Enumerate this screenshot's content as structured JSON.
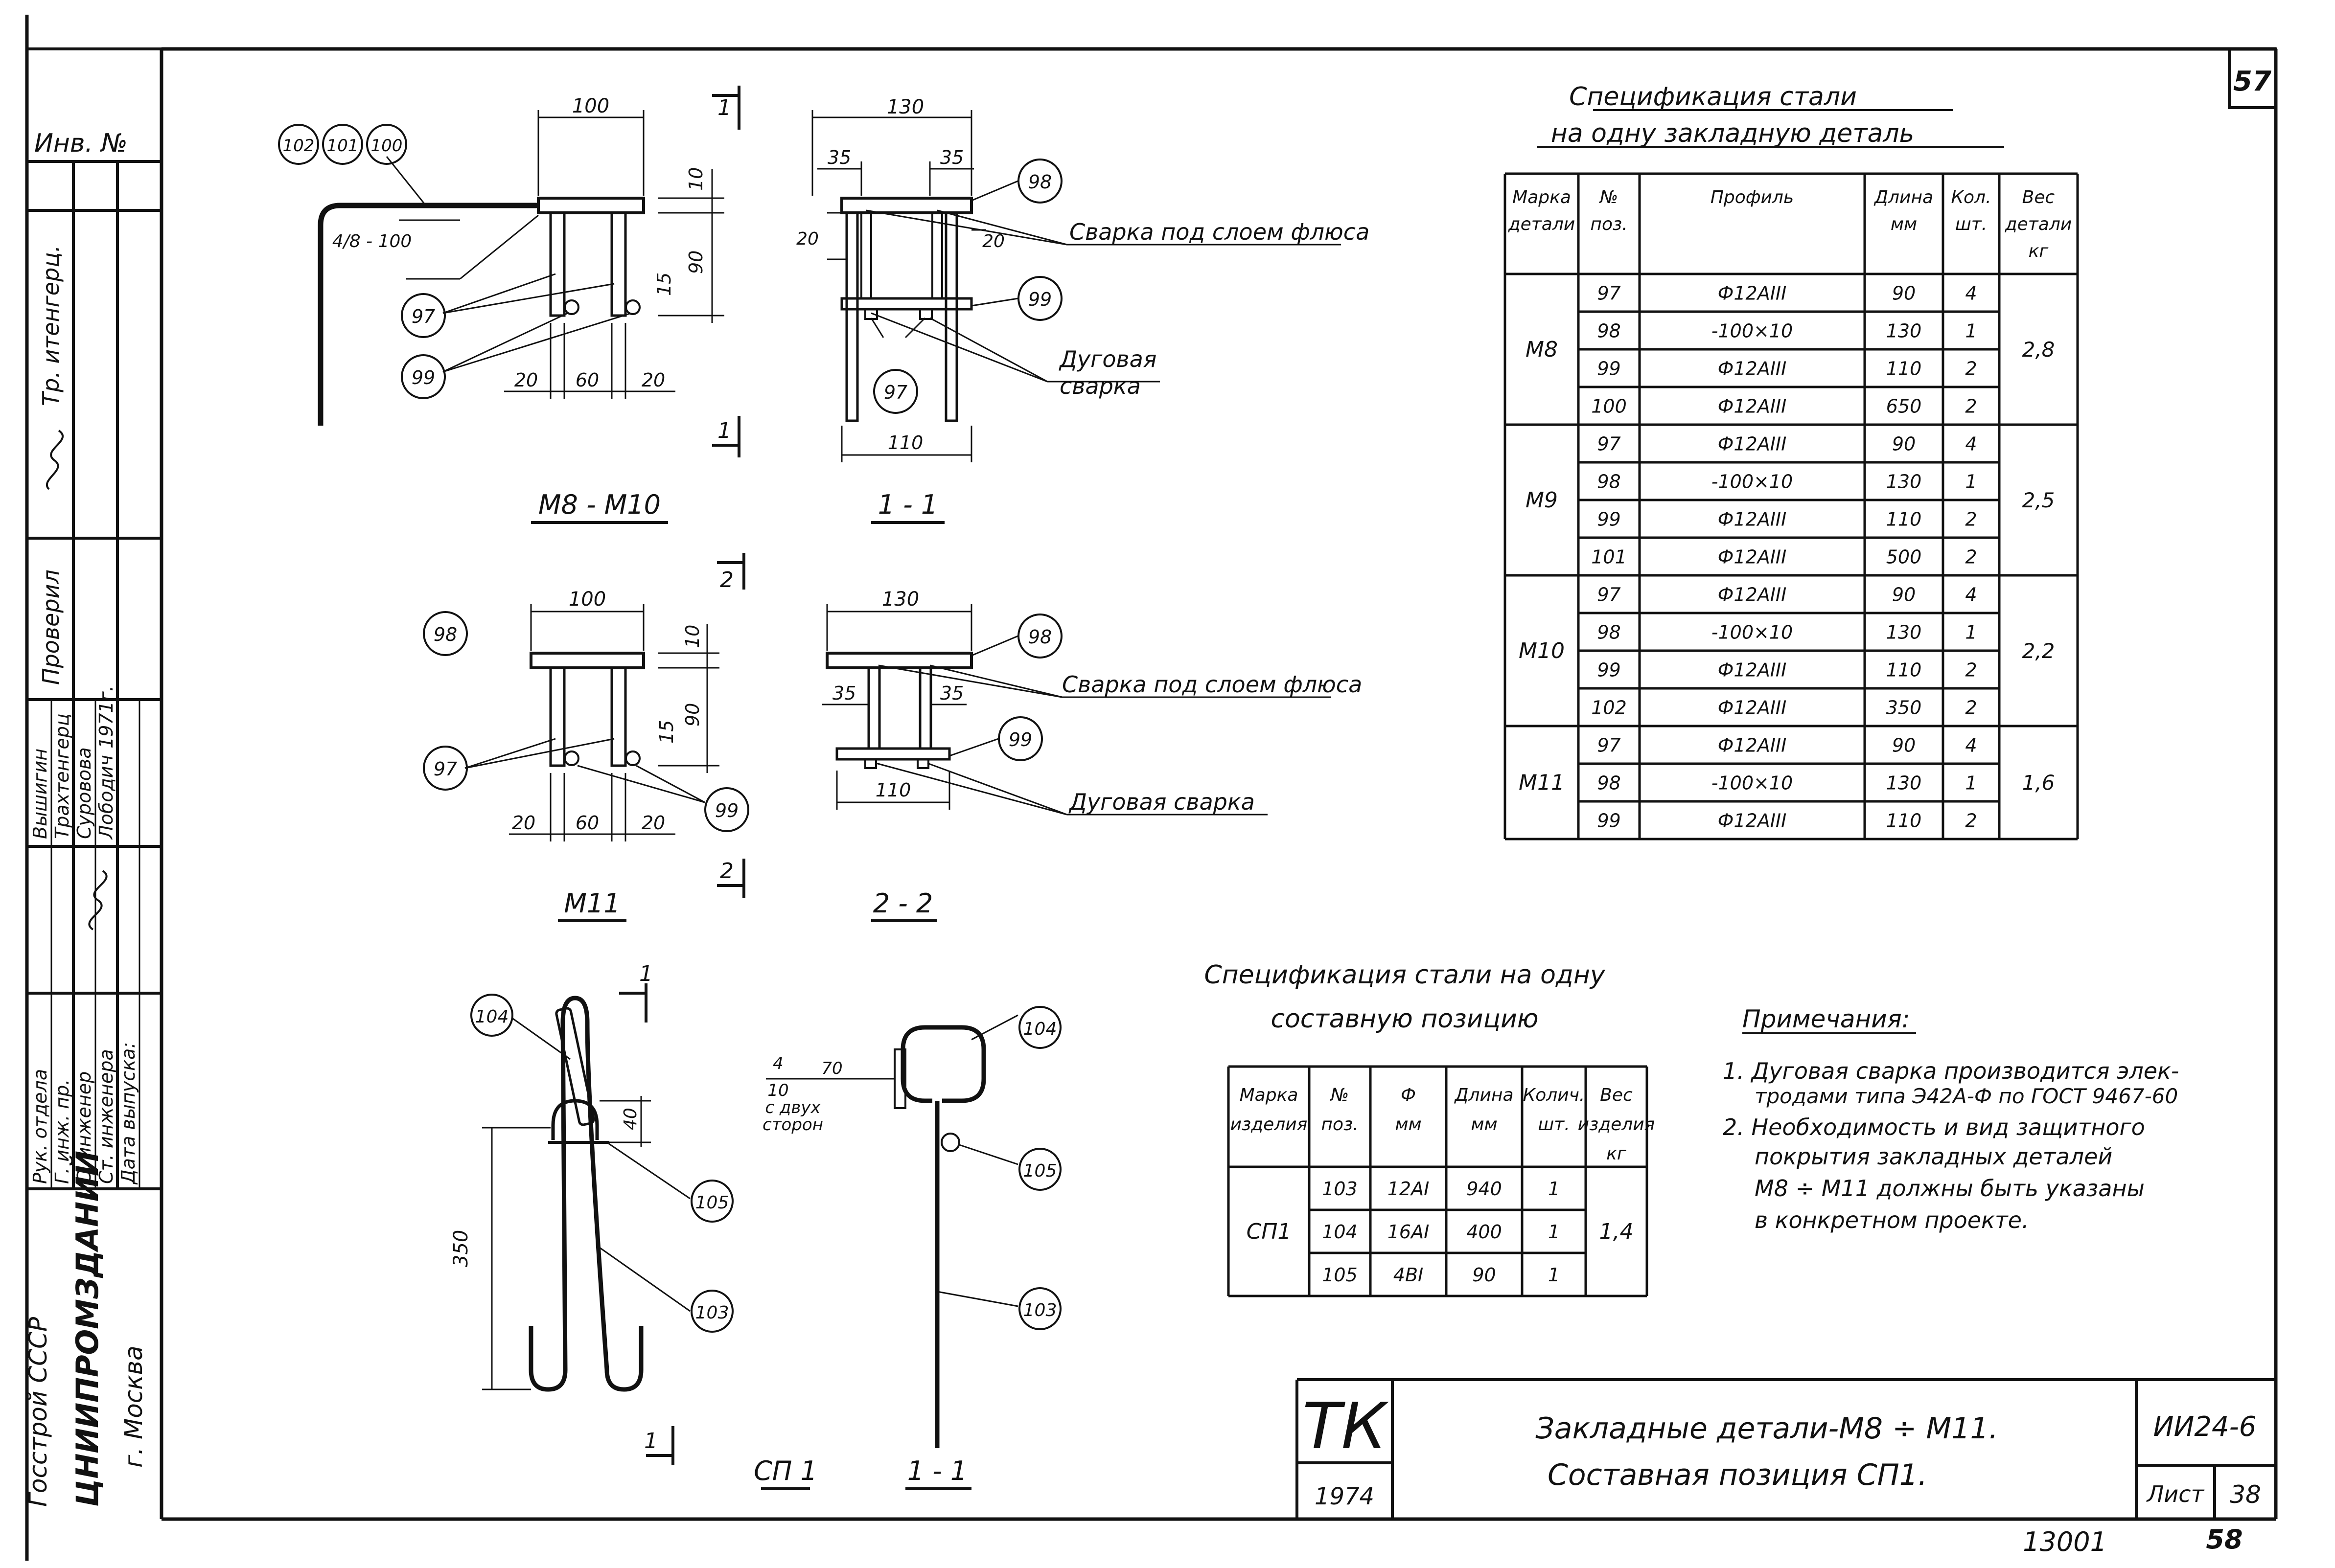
{
  "sheet": {
    "number_top": "57",
    "bottom_number": "13001",
    "bottom_page": "58"
  },
  "side_stamp": {
    "inv_label": "Инв. №",
    "vertical_texts": [
      "Тр. итенгерц.",
      "Проверил"
    ],
    "roles": [
      "Рук. отдела",
      "Г. инж. пр.",
      "С. инженер",
      "Ст. инженера",
      "Дата выпуска:"
    ],
    "names": [
      "Вышигин",
      "Трахтенгерц",
      "Суровова",
      "Лободич"
    ],
    "date": "1971г.",
    "org": [
      "Госстрой СССР",
      "ЦНИИПРОМЗДАНИЙ",
      "г. Москва"
    ]
  },
  "title_block": {
    "mark": "ТК",
    "year": "1974",
    "title_line1": "Закладные детали-М8 ÷ М11.",
    "title_line2": "Составная позиция СП1.",
    "code": "ИИ24-6",
    "sheet_label": "Лист",
    "sheet_no": "38"
  },
  "drawings": {
    "m8": {
      "caption": "М8 - М10",
      "dims": [
        "100",
        "10",
        "90",
        "15",
        "20",
        "60",
        "20"
      ],
      "bar_label": "4/8 - 100",
      "positions": [
        "102",
        "101",
        "100",
        "97",
        "99"
      ],
      "section_mark": "1"
    },
    "s11": {
      "caption": "1 - 1",
      "dims": [
        "130",
        "35",
        "35",
        "20",
        "20",
        "110"
      ],
      "positions": [
        "98",
        "99",
        "97"
      ],
      "weld1": "Сварка под слоем флюса",
      "weld2_a": "Дуговая",
      "weld2_b": "сварка"
    },
    "m11": {
      "caption": "М11",
      "dims": [
        "100",
        "10",
        "90",
        "15",
        "20",
        "60",
        "20"
      ],
      "positions": [
        "98",
        "97",
        "99"
      ],
      "section_mark": "2"
    },
    "s22": {
      "caption": "2 - 2",
      "dims": [
        "130",
        "35",
        "35",
        "110"
      ],
      "positions": [
        "98",
        "99"
      ],
      "weld1": "Сварка под слоем флюса",
      "weld2": "Дуговая сварка"
    },
    "sp1": {
      "caption": "СП 1",
      "dims": [
        "350",
        "40"
      ],
      "positions": [
        "104",
        "105",
        "103"
      ],
      "section_mark": "1"
    },
    "sp1_sec": {
      "caption": "1 - 1",
      "weld_num": "4",
      "weld_den": "10",
      "weld_len": "70",
      "weld_side_a": "с двух",
      "weld_side_b": "сторон",
      "positions": [
        "104",
        "105",
        "103"
      ]
    }
  },
  "spec1": {
    "title_a": "Спецификация стали",
    "title_b": "на одну закладную деталь",
    "headers": [
      "Марка детали",
      "№ поз.",
      "Профиль",
      "Длина мм",
      "Кол. шт.",
      "Вес детали кг"
    ],
    "groups": [
      {
        "mark": "М8",
        "weight": "2,8",
        "rows": [
          {
            "pos": "97",
            "profile": "Ф12АIII",
            "len": "90",
            "qty": "4"
          },
          {
            "pos": "98",
            "profile": "-100×10",
            "len": "130",
            "qty": "1"
          },
          {
            "pos": "99",
            "profile": "Ф12АIII",
            "len": "110",
            "qty": "2"
          },
          {
            "pos": "100",
            "profile": "Ф12АIII",
            "len": "650",
            "qty": "2"
          }
        ]
      },
      {
        "mark": "М9",
        "weight": "2,5",
        "rows": [
          {
            "pos": "97",
            "profile": "Ф12АIII",
            "len": "90",
            "qty": "4"
          },
          {
            "pos": "98",
            "profile": "-100×10",
            "len": "130",
            "qty": "1"
          },
          {
            "pos": "99",
            "profile": "Ф12АIII",
            "len": "110",
            "qty": "2"
          },
          {
            "pos": "101",
            "profile": "Ф12АIII",
            "len": "500",
            "qty": "2"
          }
        ]
      },
      {
        "mark": "М10",
        "weight": "2,2",
        "rows": [
          {
            "pos": "97",
            "profile": "Ф12АIII",
            "len": "90",
            "qty": "4"
          },
          {
            "pos": "98",
            "profile": "-100×10",
            "len": "130",
            "qty": "1"
          },
          {
            "pos": "99",
            "profile": "Ф12АIII",
            "len": "110",
            "qty": "2"
          },
          {
            "pos": "102",
            "profile": "Ф12АIII",
            "len": "350",
            "qty": "2"
          }
        ]
      },
      {
        "mark": "М11",
        "weight": "1,6",
        "rows": [
          {
            "pos": "97",
            "profile": "Ф12АIII",
            "len": "90",
            "qty": "4"
          },
          {
            "pos": "98",
            "profile": "-100×10",
            "len": "130",
            "qty": "1"
          },
          {
            "pos": "99",
            "profile": "Ф12АIII",
            "len": "110",
            "qty": "2"
          }
        ]
      }
    ]
  },
  "spec2": {
    "title_a": "Спецификация стали на одну",
    "title_b": "составную позицию",
    "headers": [
      "Марка изделия",
      "№ поз.",
      "Ф мм",
      "Длина мм",
      "Колич. шт.",
      "Вес изделия кг"
    ],
    "mark": "СП1",
    "weight": "1,4",
    "rows": [
      {
        "pos": "103",
        "dia": "12АI",
        "len": "940",
        "qty": "1"
      },
      {
        "pos": "104",
        "dia": "16АI",
        "len": "400",
        "qty": "1"
      },
      {
        "pos": "105",
        "dia": "4ВI",
        "len": "90",
        "qty": "1"
      }
    ]
  },
  "notes": {
    "title": "Примечания:",
    "lines": [
      "1. Дуговая сварка производится элек-",
      "тродами типа Э42А-Ф по ГОСТ 9467-60",
      "2. Необходимость и вид защитного",
      "покрытия закладных деталей",
      "М8 ÷ М11 должны быть указаны",
      "в конкретном проекте."
    ]
  }
}
